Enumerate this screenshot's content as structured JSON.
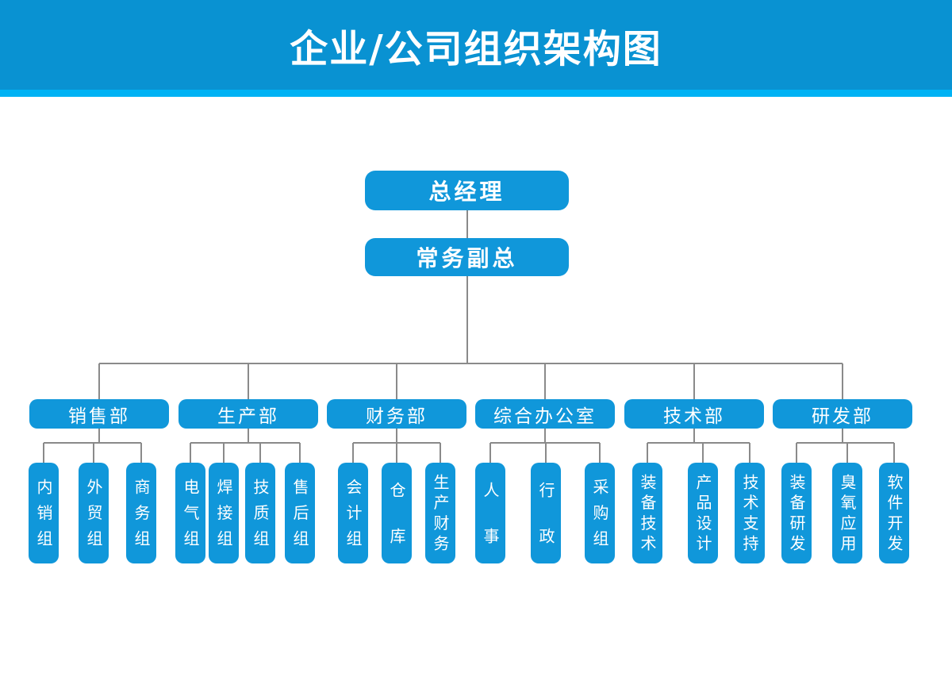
{
  "title": "企业/公司组织架构图",
  "colors": {
    "header": "#0992d2",
    "strip": "#00b2f4",
    "node": "#1097da",
    "line": "#8a8a8a",
    "node_text": "#ffffff"
  },
  "chart": {
    "root": {
      "label": "总经理"
    },
    "deputy": {
      "label": "常务副总"
    },
    "departments": [
      {
        "label": "销售部",
        "children": [
          "内销组",
          "外贸组",
          "商务组"
        ]
      },
      {
        "label": "生产部",
        "children": [
          "电气组",
          "焊接组",
          "技质组",
          "售后组"
        ]
      },
      {
        "label": "财务部",
        "children": [
          "会计组",
          "仓库",
          "生产财务"
        ]
      },
      {
        "label": "综合办公室",
        "children": [
          "人事",
          "行政",
          "采购组"
        ]
      },
      {
        "label": "技术部",
        "children": [
          "装备技术",
          "产品设计",
          "技术支持"
        ]
      },
      {
        "label": "研发部",
        "children": [
          "装备研发",
          "臭氧应用",
          "软件开发"
        ]
      }
    ]
  }
}
